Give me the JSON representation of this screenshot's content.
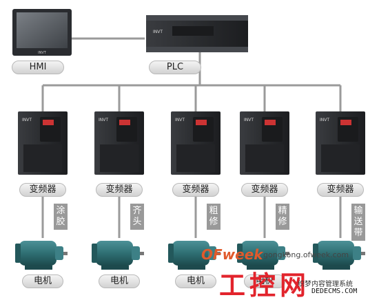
{
  "nodes": {
    "hmi": "HMI",
    "plc": "PLC",
    "vfd_label": "变频器",
    "motor_label": "电机",
    "device_brand": "INVT"
  },
  "drives": [
    {
      "task": "涂胶"
    },
    {
      "task": "齐头"
    },
    {
      "task": "粗修"
    },
    {
      "task": "精修"
    },
    {
      "task": "输送带"
    }
  ],
  "watermark": {
    "logo": "OFweek",
    "url": "gongkong.ofweek.com",
    "big": "工控网",
    "cms": "织梦内容管理系统",
    "site": "DEDECMS.COM"
  },
  "colors": {
    "line": "#9a9a9a",
    "device_dark": "#2b2d30",
    "motor_body": "#2f6f73",
    "watermark_red": "#e2242c"
  }
}
